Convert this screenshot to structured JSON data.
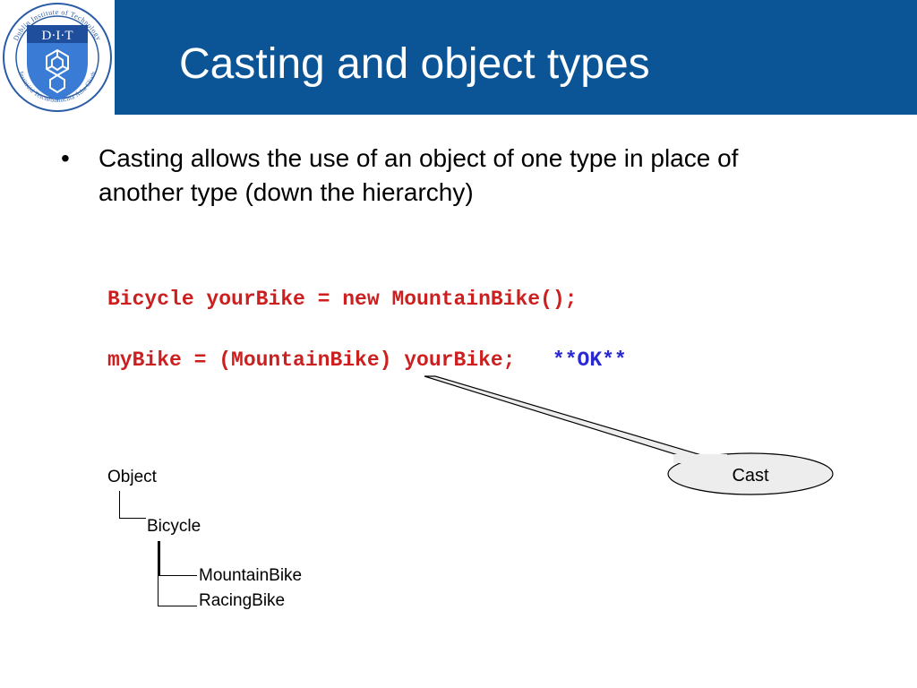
{
  "header": {
    "title": "Casting and object types",
    "logo": {
      "monogram": "D·I·T",
      "ring_text_top": "Dublin Institute of Technology",
      "ring_text_bottom": "Institiúid Teicneolaíochta Átha Cliath",
      "ring_color": "#2a5ca8",
      "shield_color": "#3a7bd5"
    },
    "bar_color": "#0b5597"
  },
  "bullets": [
    {
      "marker": "•",
      "text": "Casting allows the use of an object of one type in place of another type (down the hierarchy)"
    }
  ],
  "code": {
    "line1": "Bicycle yourBike = new MountainBike();",
    "line2": "myBike = (MountainBike) yourBike;",
    "line2_suffix": "**OK**",
    "code_color": "#cc1f1f",
    "ok_color": "#2a2ad4"
  },
  "callout": {
    "label": "Cast"
  },
  "hierarchy": {
    "root": "Object",
    "child": "Bicycle",
    "grandchildren": [
      "MountainBike",
      "RacingBike"
    ]
  }
}
